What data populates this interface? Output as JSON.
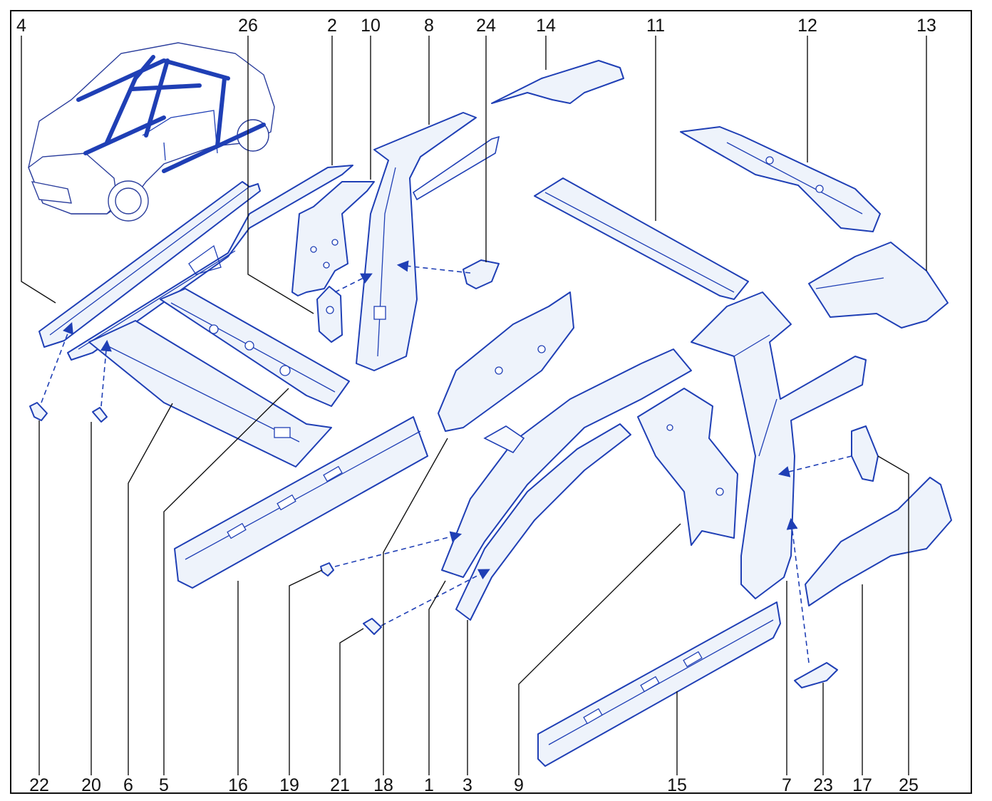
{
  "labels": {
    "top": [
      "4",
      "26",
      "2",
      "10",
      "8",
      "24",
      "14",
      "11",
      "12",
      "13"
    ],
    "bottom": [
      "22",
      "20",
      "6",
      "5",
      "16",
      "19",
      "21",
      "18",
      "1",
      "3",
      "9",
      "15",
      "7",
      "23",
      "17",
      "25"
    ]
  },
  "colors": {
    "line": "#1f3fb5",
    "frame": "#111111",
    "leader": "#111111"
  },
  "icons": {
    "overview": "car-body-structure-icon"
  }
}
